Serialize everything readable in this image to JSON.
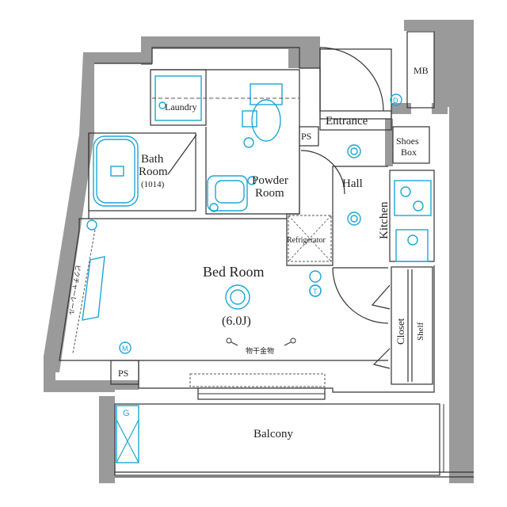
{
  "floorplan": {
    "rooms": {
      "bed_room": "Bed Room",
      "bed_room_size": "(6.0J)",
      "balcony": "Balcony",
      "bath_room_line1": "Bath",
      "bath_room_line2": "Room",
      "bath_room_size": "(1014)",
      "powder_room_line1": "Powder",
      "powder_room_line2": "Room",
      "laundry": "Laundry",
      "hall": "Hall",
      "entrance": "Entrance",
      "kitchen": "Kitchen",
      "closet": "Closet",
      "shelf": "Shelf",
      "shoes_box_line1": "Shoes",
      "shoes_box_line2": "Box",
      "refrigerator": "Refrigerator",
      "mb": "MB",
      "ps_top": "PS",
      "ps_bottom": "PS"
    },
    "annotations": {
      "picture_rail": "ピクチャーレール",
      "drying_hardware": "物干金物",
      "marker_m": "M",
      "marker_g": "G",
      "marker_t": "T",
      "marker_d": "D"
    },
    "colors": {
      "wall": "#9a9a9a",
      "fixture": "#1aa7d6",
      "line": "#333333"
    }
  }
}
